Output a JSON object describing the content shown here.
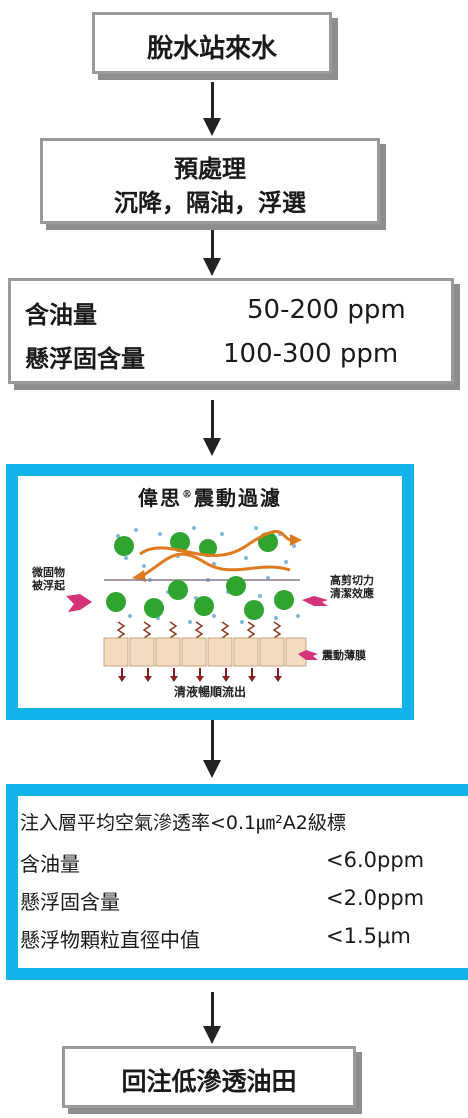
{
  "source_box": {
    "label": "脫水站來水"
  },
  "pretreatment_box": {
    "title": "預處理",
    "detail": "沉降，隔油，浮選"
  },
  "influent_box": {
    "rows": [
      {
        "name": "含油量",
        "value": "50-200 ppm"
      },
      {
        "name": "懸浮固含量",
        "value": "100-300 ppm"
      }
    ]
  },
  "filter_panel": {
    "title": "偉思",
    "title_mark": "®",
    "title_rest": "震動過濾",
    "label_particles": [
      "微固物",
      "被浮起"
    ],
    "label_shear": [
      "高剪切力",
      "清潔效應"
    ],
    "label_membrane": "震動薄膜",
    "label_outflow": "清液暢順流出"
  },
  "effluent_box": {
    "header": "注入層平均空氣滲透率<0.1㎛²A2級標",
    "rows": [
      {
        "name": "含油量",
        "value": "<6.0ppm"
      },
      {
        "name": "懸浮固含量",
        "value": "<2.0ppm"
      },
      {
        "name": "懸浮物顆粒直徑中值",
        "value": "<1.5μm"
      }
    ]
  },
  "destination_box": {
    "label": "回注低滲透油田"
  },
  "colors": {
    "frame_cyan": "#12b2ea",
    "bubble_green": "#2fa52f",
    "flow_orange": "#e07a1f",
    "arrow_magenta": "#d4337a",
    "membrane_beige": "#f3dcc0"
  }
}
